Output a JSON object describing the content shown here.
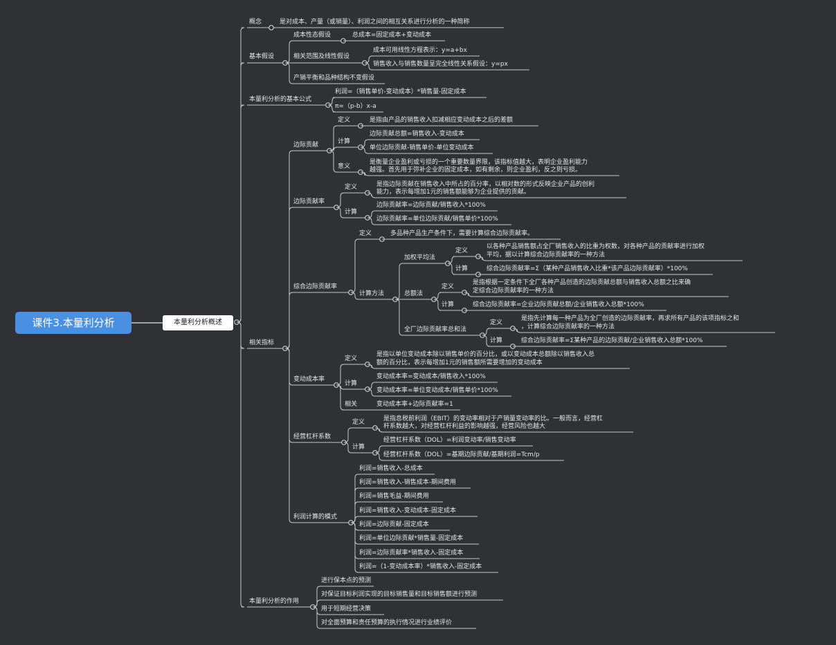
{
  "colors": {
    "background": "#2f3134",
    "root": "#4a90e2",
    "line": "#c8c8c8",
    "text": "#e6e6e6"
  },
  "root": "课件3.本量利分析",
  "sub": "本量利分析概述",
  "c1": "概念",
  "c1_1": "是对成本、产量（或销量）、利润之间的相互关系进行分析的一种简称",
  "c2": "基本假设",
  "c2_1": "成本性态假设",
  "c2_1_1": "总成本=固定成本+变动成本",
  "c2_2": "相关范围及线性假设",
  "c2_2_1": "成本可用线性方程表示：y=a+bx",
  "c2_2_2": "销售收入与销售数量呈完全线性关系假设：y=px",
  "c2_3": "产销平衡和品种结构不变假设",
  "c3": "本量利分析的基本公式",
  "c3_1": "利润=（销售单价-变动成本）*销售量-固定成本",
  "c3_2": "π=（p-b）x-a",
  "c4": "相关指标",
  "mc": "边际贡献",
  "mc_def": "定义",
  "mc_def_t": "是指由产品的销售收入扣减相应变动成本之后的差额",
  "mc_calc": "计算",
  "mc_calc_1": "边际贡献总额=销售收入-变动成本",
  "mc_calc_2": "单位边际贡献-销售单价-单位变动成本",
  "mc_mean": "意义",
  "mc_mean_t1": "是衡量企业盈利或亏损的一个重要数量界限，该指标值越大，表明企业盈利能力",
  "mc_mean_t2": "越强。首先用于弥补企业的固定成本，如有剩余，则企业盈利，反之则亏损。",
  "mcr": "边际贡献率",
  "mcr_def": "定义",
  "mcr_def_t1": "是指边际贡献在销售收入中所占的百分率，以相对数的形式反映企业产品的创利",
  "mcr_def_t2": "能力，表示每增加1元的销售额能够为企业提供的贡献。",
  "mcr_calc": "计算",
  "mcr_calc_1": "边际贡献率=边际贡献/销售收入*100%",
  "mcr_calc_2": "边际贡献率=单位边际贡献/销售单价*100%",
  "wmcr": "综合边际贡献率",
  "wmcr_def": "定义",
  "wmcr_def_t": "多品种产品生产条件下，需要计算综合边际贡献率。",
  "wmcr_m": "计算方法",
  "wa": "加权平均法",
  "wa_def": "定义",
  "wa_def_t1": "以各种产品销售额占全厂销售收入的比重为权数，对各种产品的贡献率进行加权",
  "wa_def_t2": "平均，据以计算综合边际贡献率的一种方法",
  "wa_calc": "计算",
  "wa_calc_t": "综合边际贡献率=Σ（某种产品销售收入比重*该产品边际贡献率）*100%",
  "ta": "总额法",
  "ta_def": "定义",
  "ta_def_t1": "是指根据一定条件下全厂各种产品创造的边际贡献总额与销售收入总额之比来确",
  "ta_def_t2": "定综合边际贡献率的一种方法",
  "ta_calc": "计算",
  "ta_calc_t": "综合边际贡献率=企业边际贡献总额/企业销售收入总额*100%",
  "fa": "全厂边际贡献率总和法",
  "fa_def": "定义",
  "fa_def_t1": "是指先计算每一种产品为全厂创造的边际贡献率，再求所有产品的该项指标之和",
  "fa_def_t2": "，计算综合边际贡献率的一种方法",
  "fa_calc": "计算",
  "fa_calc_t": "综合边际贡献率=Σ某种产品的边际贡献/企业销售收入总额*100%",
  "vcr": "变动成本率",
  "vcr_def": "定义",
  "vcr_def_t1": "是指以单位变动成本除以销售单价的百分比，或以变动成本总额除以销售收入总",
  "vcr_def_t2": "额的百分比，表示每增加1元的销售额所需要增加的变动成本",
  "vcr_calc": "计算",
  "vcr_calc_1": "变动成本率=变动成本/销售收入*100%",
  "vcr_calc_2": "变动成本率=单位变动成本/销售单价*100%",
  "vcr_rel": "相关",
  "vcr_rel_t": "变动成本率+边际贡献率=1",
  "dol": "经营杠杆系数",
  "dol_def": "定义",
  "dol_def_t1": "是指息税前利润（EBIT）的变动率相对于产销量变动率的比。一般而言，经营杠",
  "dol_def_t2": "杆系数越大，对经营杠杆利益的影响越强，经营风险也越大",
  "dol_calc": "计算",
  "dol_calc_1": "经营杠杆系数（DOL）=利润变动率/销售变动率",
  "dol_calc_2": "经营杠杆系数（DOL）=基期边际贡献/基期利润=Tcm/p",
  "pm": "利润计算的模式",
  "pm_1": "利润=销售收入-总成本",
  "pm_2": "利润=销售收入-销售成本-期间费用",
  "pm_3": "利润=销售毛益-期间费用",
  "pm_4": "利润=销售收入-变动成本-固定成本",
  "pm_5": "利润=边际贡献-固定成本",
  "pm_6": "利润=单位边际贡献*销售量-固定成本",
  "pm_7": "利润=边际贡献率*销售收入-固定成本",
  "pm_8": "利润=（1-变动成本率）*销售收入-固定成本",
  "c5": "本量利分析的作用",
  "c5_1": "进行保本点的预测",
  "c5_2": "对保证目标利润实现的目标销售量和目标销售额进行预测",
  "c5_3": "用于短期经营决策",
  "c5_4": "对全面预算和责任预算的执行情况进行业绩评价"
}
